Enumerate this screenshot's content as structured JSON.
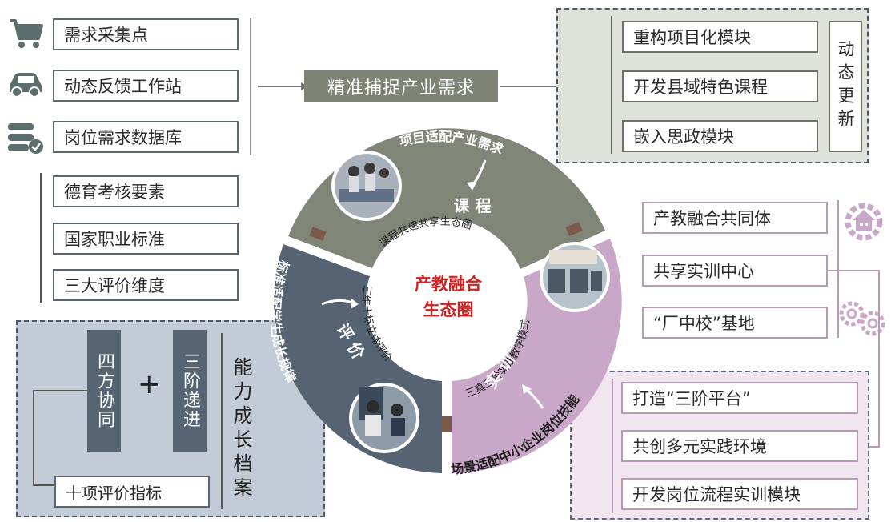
{
  "colors": {
    "course": "#7f8677",
    "practice": "#c9a7c8",
    "evaluation": "#556372",
    "center_title": "#d0201f",
    "connector": "#7b5a4c",
    "tr_panel": "#dfe1db",
    "br_panel": "#f1e6f0",
    "bl_panel": "#c3ccd6"
  },
  "left_top": {
    "items": [
      {
        "label": "需求采集点",
        "icon": "shopping-cart-icon"
      },
      {
        "label": "动态反馈工作站",
        "icon": "car-icon"
      },
      {
        "label": "岗位需求数据库",
        "icon": "database-check-icon"
      }
    ]
  },
  "center_top": {
    "label": "精准捕捉产业需求"
  },
  "top_right": {
    "items": [
      "重构项目化模块",
      "开发县域特色课程",
      "嵌入思政模块"
    ],
    "side_label": "动态更新"
  },
  "left_mid": {
    "items": [
      "德育考核要素",
      "国家职业标准",
      "三大评价维度"
    ]
  },
  "bottom_left": {
    "box1": "四方协同",
    "plus": "+",
    "box2": "三阶递进",
    "bottom_box": "十项评价指标",
    "side_label": "能力成长档案"
  },
  "right_mid": {
    "items": [
      "产教融合共同体",
      "共享实训中心",
      "“厂中校”基地"
    ],
    "icons": [
      "house-gear-icon",
      "gears-icon"
    ]
  },
  "bottom_right": {
    "items": [
      "打造“三阶平台”",
      "共创多元实践环境",
      "开发岗位流程实训模块"
    ]
  },
  "ring": {
    "center_line1": "产教融合",
    "center_line2": "生态圈",
    "course": {
      "label": "课 程",
      "arc_text": "项目适配产业需求",
      "inner_text": "课程共建共享生态圈"
    },
    "practice": {
      "label": "实 训",
      "arc_text": "场景适配中小企业岗位技能",
      "inner_text": "三真三阶实践教学模式"
    },
    "evaluation": {
      "label": "评 价",
      "arc_text": "标准适配学生成长规律",
      "inner_text": "三维十标立体评价"
    }
  }
}
